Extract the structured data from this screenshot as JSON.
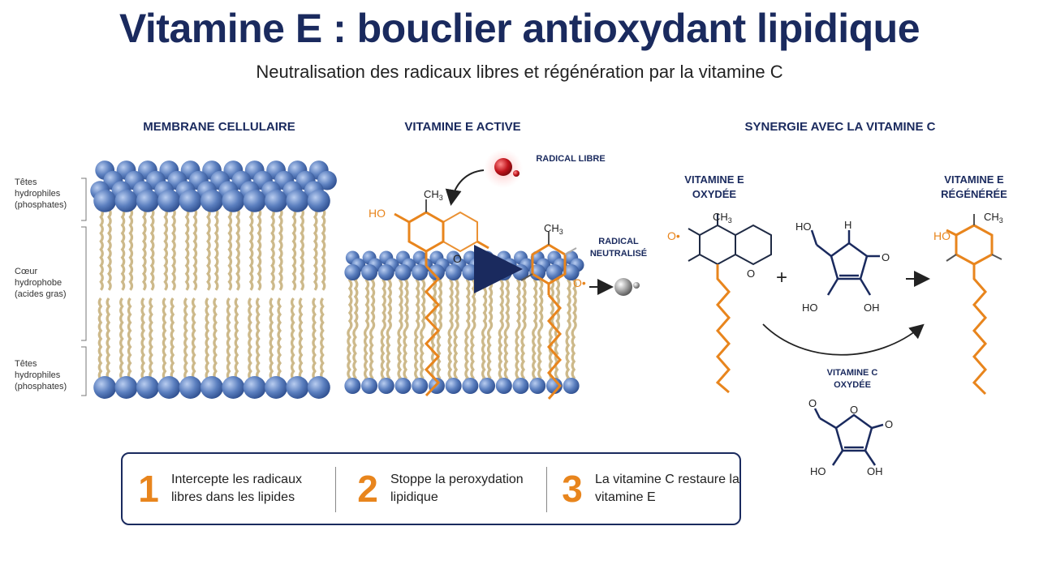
{
  "title": "Vitamine E : bouclier antioxydant lipidique",
  "subtitle": "Neutralisation des radicaux libres et régénération par la vitamine C",
  "sections": {
    "membrane": "MEMBRANE CELLULAIRE",
    "active": "VITAMINE E ACTIVE",
    "synergy": "SYNERGIE AVEC LA VITAMINE C"
  },
  "membrane_labels": {
    "top": "Têtes hydrophiles (phosphates)",
    "core": "Cœur hydrophobe (acides gras)",
    "bottom": "Têtes hydrophiles (phosphates)"
  },
  "labels": {
    "radical_libre": "RADICAL LIBRE",
    "radical_neutralise": "RADICAL NEUTRALISÉ",
    "vit_e_oxydee": "VITAMINE E OXYDÉE",
    "vit_e_regeneree": "VITAMINE E RÉGÉNÉRÉE",
    "vit_c_oxydee": "VITAMINE C OXYDÉE"
  },
  "chem": {
    "ch3": "CH",
    "ho": "HO",
    "o": "O",
    "o_radical": "O•",
    "oh": "OH",
    "h": "H",
    "plus": "+"
  },
  "steps": [
    {
      "num": "1",
      "text": "Intercepte les radicaux libres dans les lipides"
    },
    {
      "num": "2",
      "text": "Stoppe la peroxydation lipidique"
    },
    {
      "num": "3",
      "text": "La vitamine C restaure la vitamine E"
    }
  ],
  "colors": {
    "navy": "#1a2a5e",
    "orange": "#e8851d",
    "head_blue": "#5b7fbf",
    "tail_tan": "#cdb98a",
    "radical_red": "#c0141c"
  }
}
